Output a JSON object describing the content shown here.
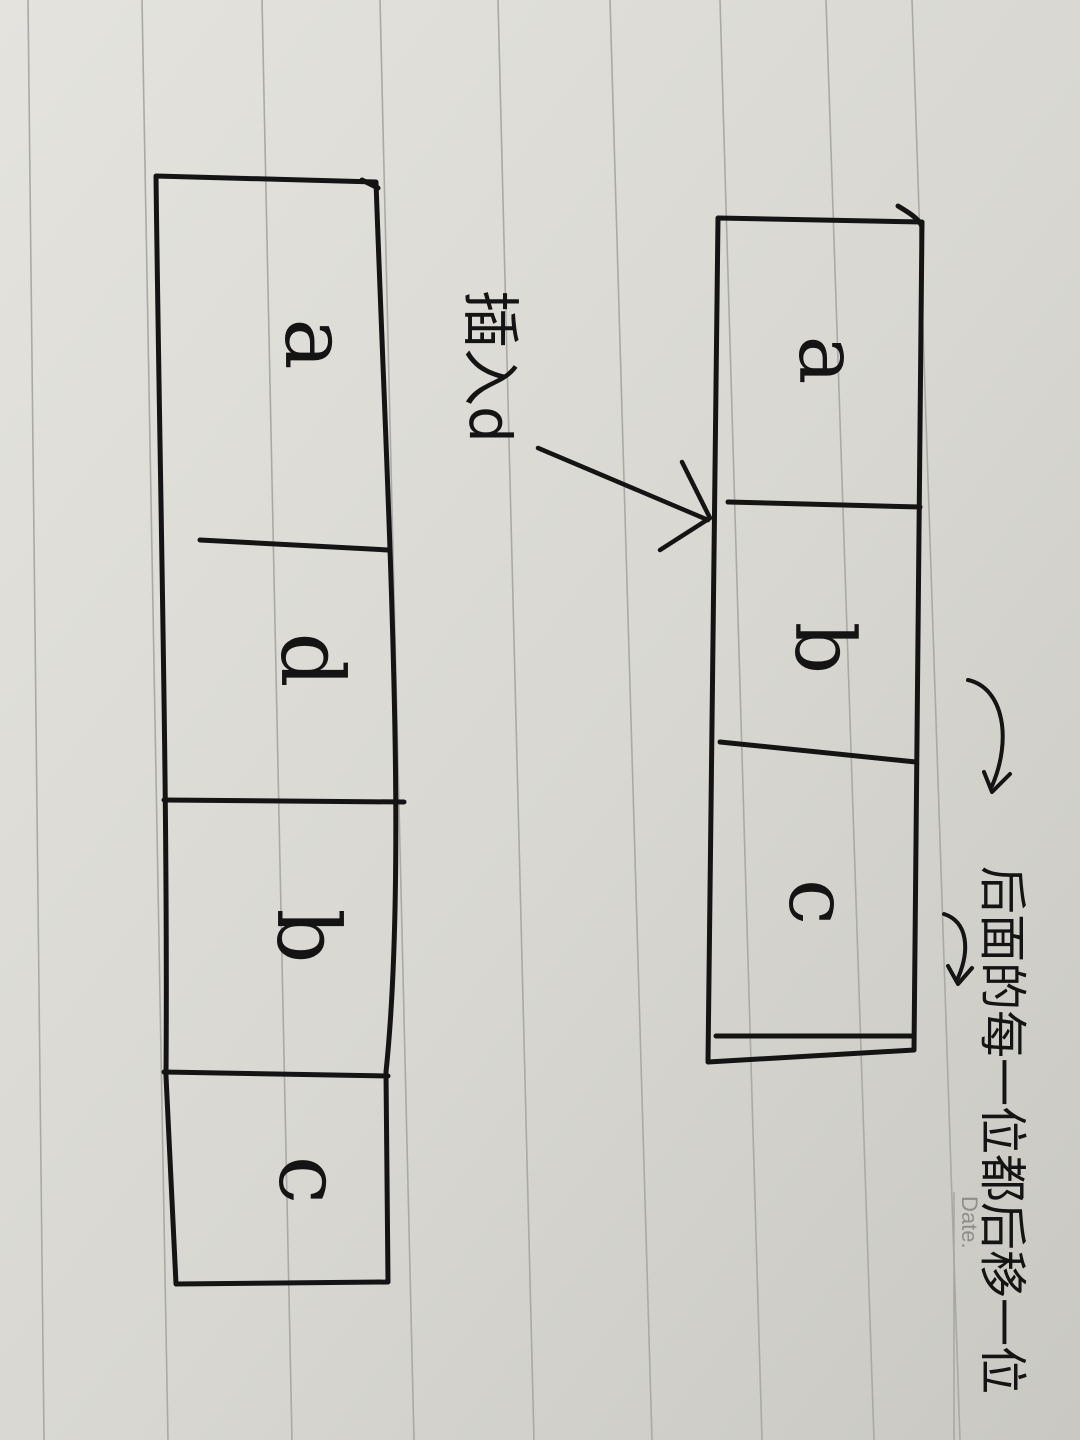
{
  "page": {
    "paper_color": "#dcdbd5",
    "rule_color": "#a9aaa6",
    "ink_color": "#141414",
    "printed_label": "Date."
  },
  "array_before": {
    "cells": [
      "a",
      "b",
      "c"
    ]
  },
  "array_after": {
    "cells": [
      "a",
      "d",
      "b",
      "c"
    ]
  },
  "insert_annotation": {
    "text": "插入d"
  },
  "shift_annotation": {
    "text": "后面的每一位都后移一位"
  }
}
